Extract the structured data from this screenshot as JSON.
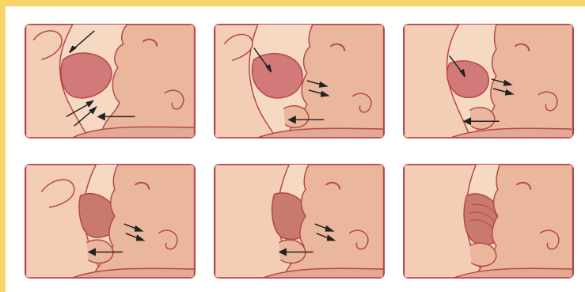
{
  "diagram": {
    "panels": [
      {
        "id": 1,
        "stage": "nipple-lifted-toward-mouth",
        "arrows": 4
      },
      {
        "id": 2,
        "stage": "mouth-opens-wide",
        "arrows": 4
      },
      {
        "id": 3,
        "stage": "breast-drawn-in",
        "arrows": 4
      },
      {
        "id": 4,
        "stage": "tongue-moves-forward",
        "arrows": 3
      },
      {
        "id": 5,
        "stage": "deep-latch",
        "arrows": 3
      },
      {
        "id": 6,
        "stage": "suckling",
        "arrows": 0
      }
    ],
    "colors": {
      "background": "#f7d56a",
      "skin_light": "#f6d9c3",
      "skin_mid": "#e9a98f",
      "outline": "#b5474a",
      "breast_shade": "#c97a6e",
      "nipple": "#d2797a",
      "arrow": "#222222"
    }
  }
}
